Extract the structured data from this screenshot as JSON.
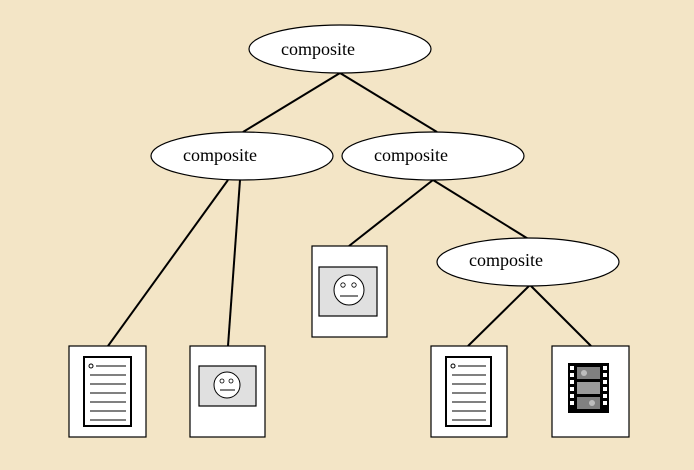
{
  "diagram": {
    "colors": {
      "background": "#f3e5c6",
      "node_fill": "#ffffff",
      "stroke": "#000000",
      "image_fill": "#e0e0e0",
      "film_fill": "#808080"
    },
    "nodes": {
      "root": {
        "label": "composite"
      },
      "left": {
        "label": "composite"
      },
      "right": {
        "label": "composite"
      },
      "right_right": {
        "label": "composite"
      }
    },
    "leaves": [
      {
        "id": "leaf-1",
        "icon": "document-icon"
      },
      {
        "id": "leaf-2",
        "icon": "image-icon"
      },
      {
        "id": "leaf-3",
        "icon": "image-icon"
      },
      {
        "id": "leaf-4",
        "icon": "document-icon"
      },
      {
        "id": "leaf-5",
        "icon": "film-icon"
      }
    ]
  }
}
